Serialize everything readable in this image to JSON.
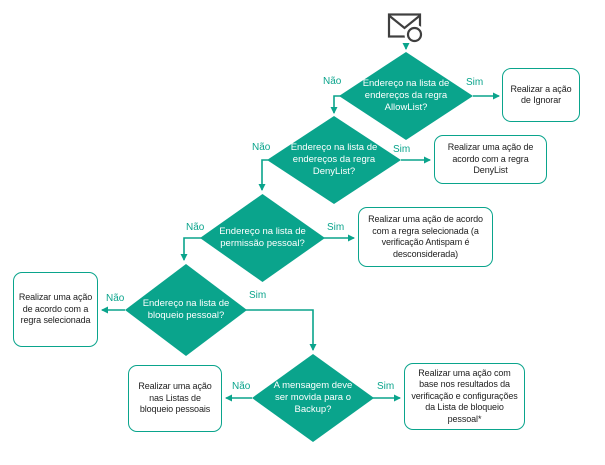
{
  "colors": {
    "accent": "#0aa48c",
    "icon_stroke": "#3f3f3f",
    "box_text": "#1d1d1d",
    "diamond_text": "#ffffff",
    "background": "#ffffff"
  },
  "icons": {
    "top_icon": "email-message-icon"
  },
  "flow": {
    "edge_labels": {
      "yes": "Sim",
      "no": "Não"
    },
    "decisions": [
      {
        "id": "allowlist",
        "label": "Endereço na lista de endereços da regra AllowList?"
      },
      {
        "id": "denylist",
        "label": "Endereço na lista de endereços da regra DenyList?"
      },
      {
        "id": "personal-allowlist",
        "label": "Endereço na lista de permissão pessoal?"
      },
      {
        "id": "personal-blocklist",
        "label": "Endereço na lista de bloqueio pessoal?"
      },
      {
        "id": "move-to-backup",
        "label": "A mensagem deve ser movida para o Backup?"
      }
    ],
    "actions": [
      {
        "id": "ignore",
        "text": "Realizar a ação de Ignorar"
      },
      {
        "id": "denylist-rule",
        "text": "Realizar uma ação de acordo com a regra DenyList"
      },
      {
        "id": "selected-rule-antispam-skipped",
        "text": "Realizar uma ação de acordo com a regra selecionada (a verificação Antispam é desconsiderada)"
      },
      {
        "id": "selected-rule",
        "text": "Realizar uma ação de acordo com a regra selecionada"
      },
      {
        "id": "personal-blocklists",
        "text": "Realizar uma ação nas Listas de bloqueio pessoais"
      },
      {
        "id": "blocklist-verification",
        "text": "Realizar uma ação com base nos resultados da verificação e configurações da Lista de bloqueio pessoal*"
      }
    ]
  }
}
